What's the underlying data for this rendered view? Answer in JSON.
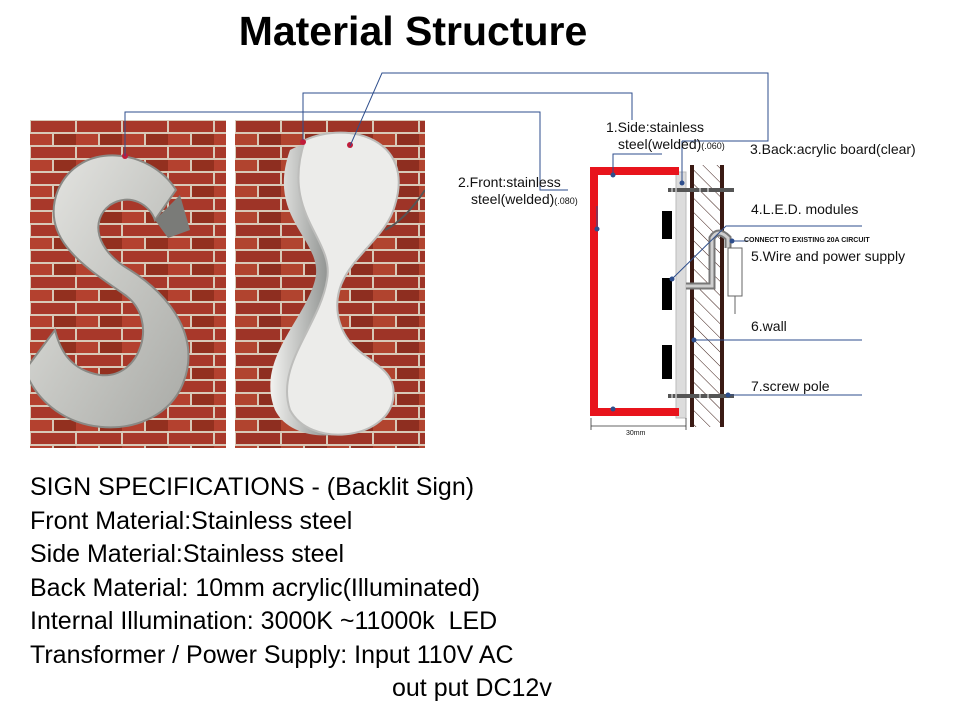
{
  "title": "Material Structure",
  "labels": {
    "side_line1": "1.Side:stainless",
    "side_line2": "steel(welded)",
    "side_thickness": "(.060)",
    "front_line1": "2.Front:stainless",
    "front_line2": "steel(welded)",
    "front_thickness": "(.080)",
    "back": "3.Back:acrylic board(clear)",
    "led": "4.L.E.D. modules",
    "connect_note": "CONNECT TO EXISTING 20A CIRCUIT",
    "wire": "5.Wire and power supply",
    "wall": "6.wall",
    "screw": "7.screw pole",
    "dimension": "30mm"
  },
  "specs": {
    "line1": "SIGN SPECIFICATIONS - (Backlit Sign)",
    "line2": "Front Material:Stainless steel",
    "line3": "Side Material:Stainless steel",
    "line4": "Back Material: 10mm acrylic(Illuminated)",
    "line5": "Internal Illumination: 3000K ~11000k  LED",
    "line6": "Transformer / Power Supply: Input 110V AC",
    "line7": "out put DC12v"
  },
  "colors": {
    "frame_red": "#e8141c",
    "leader_blue": "#2e4e8c",
    "wall_brown": "#3a1a14",
    "brick": "#a8382a",
    "mortar": "#d8c9b8"
  }
}
